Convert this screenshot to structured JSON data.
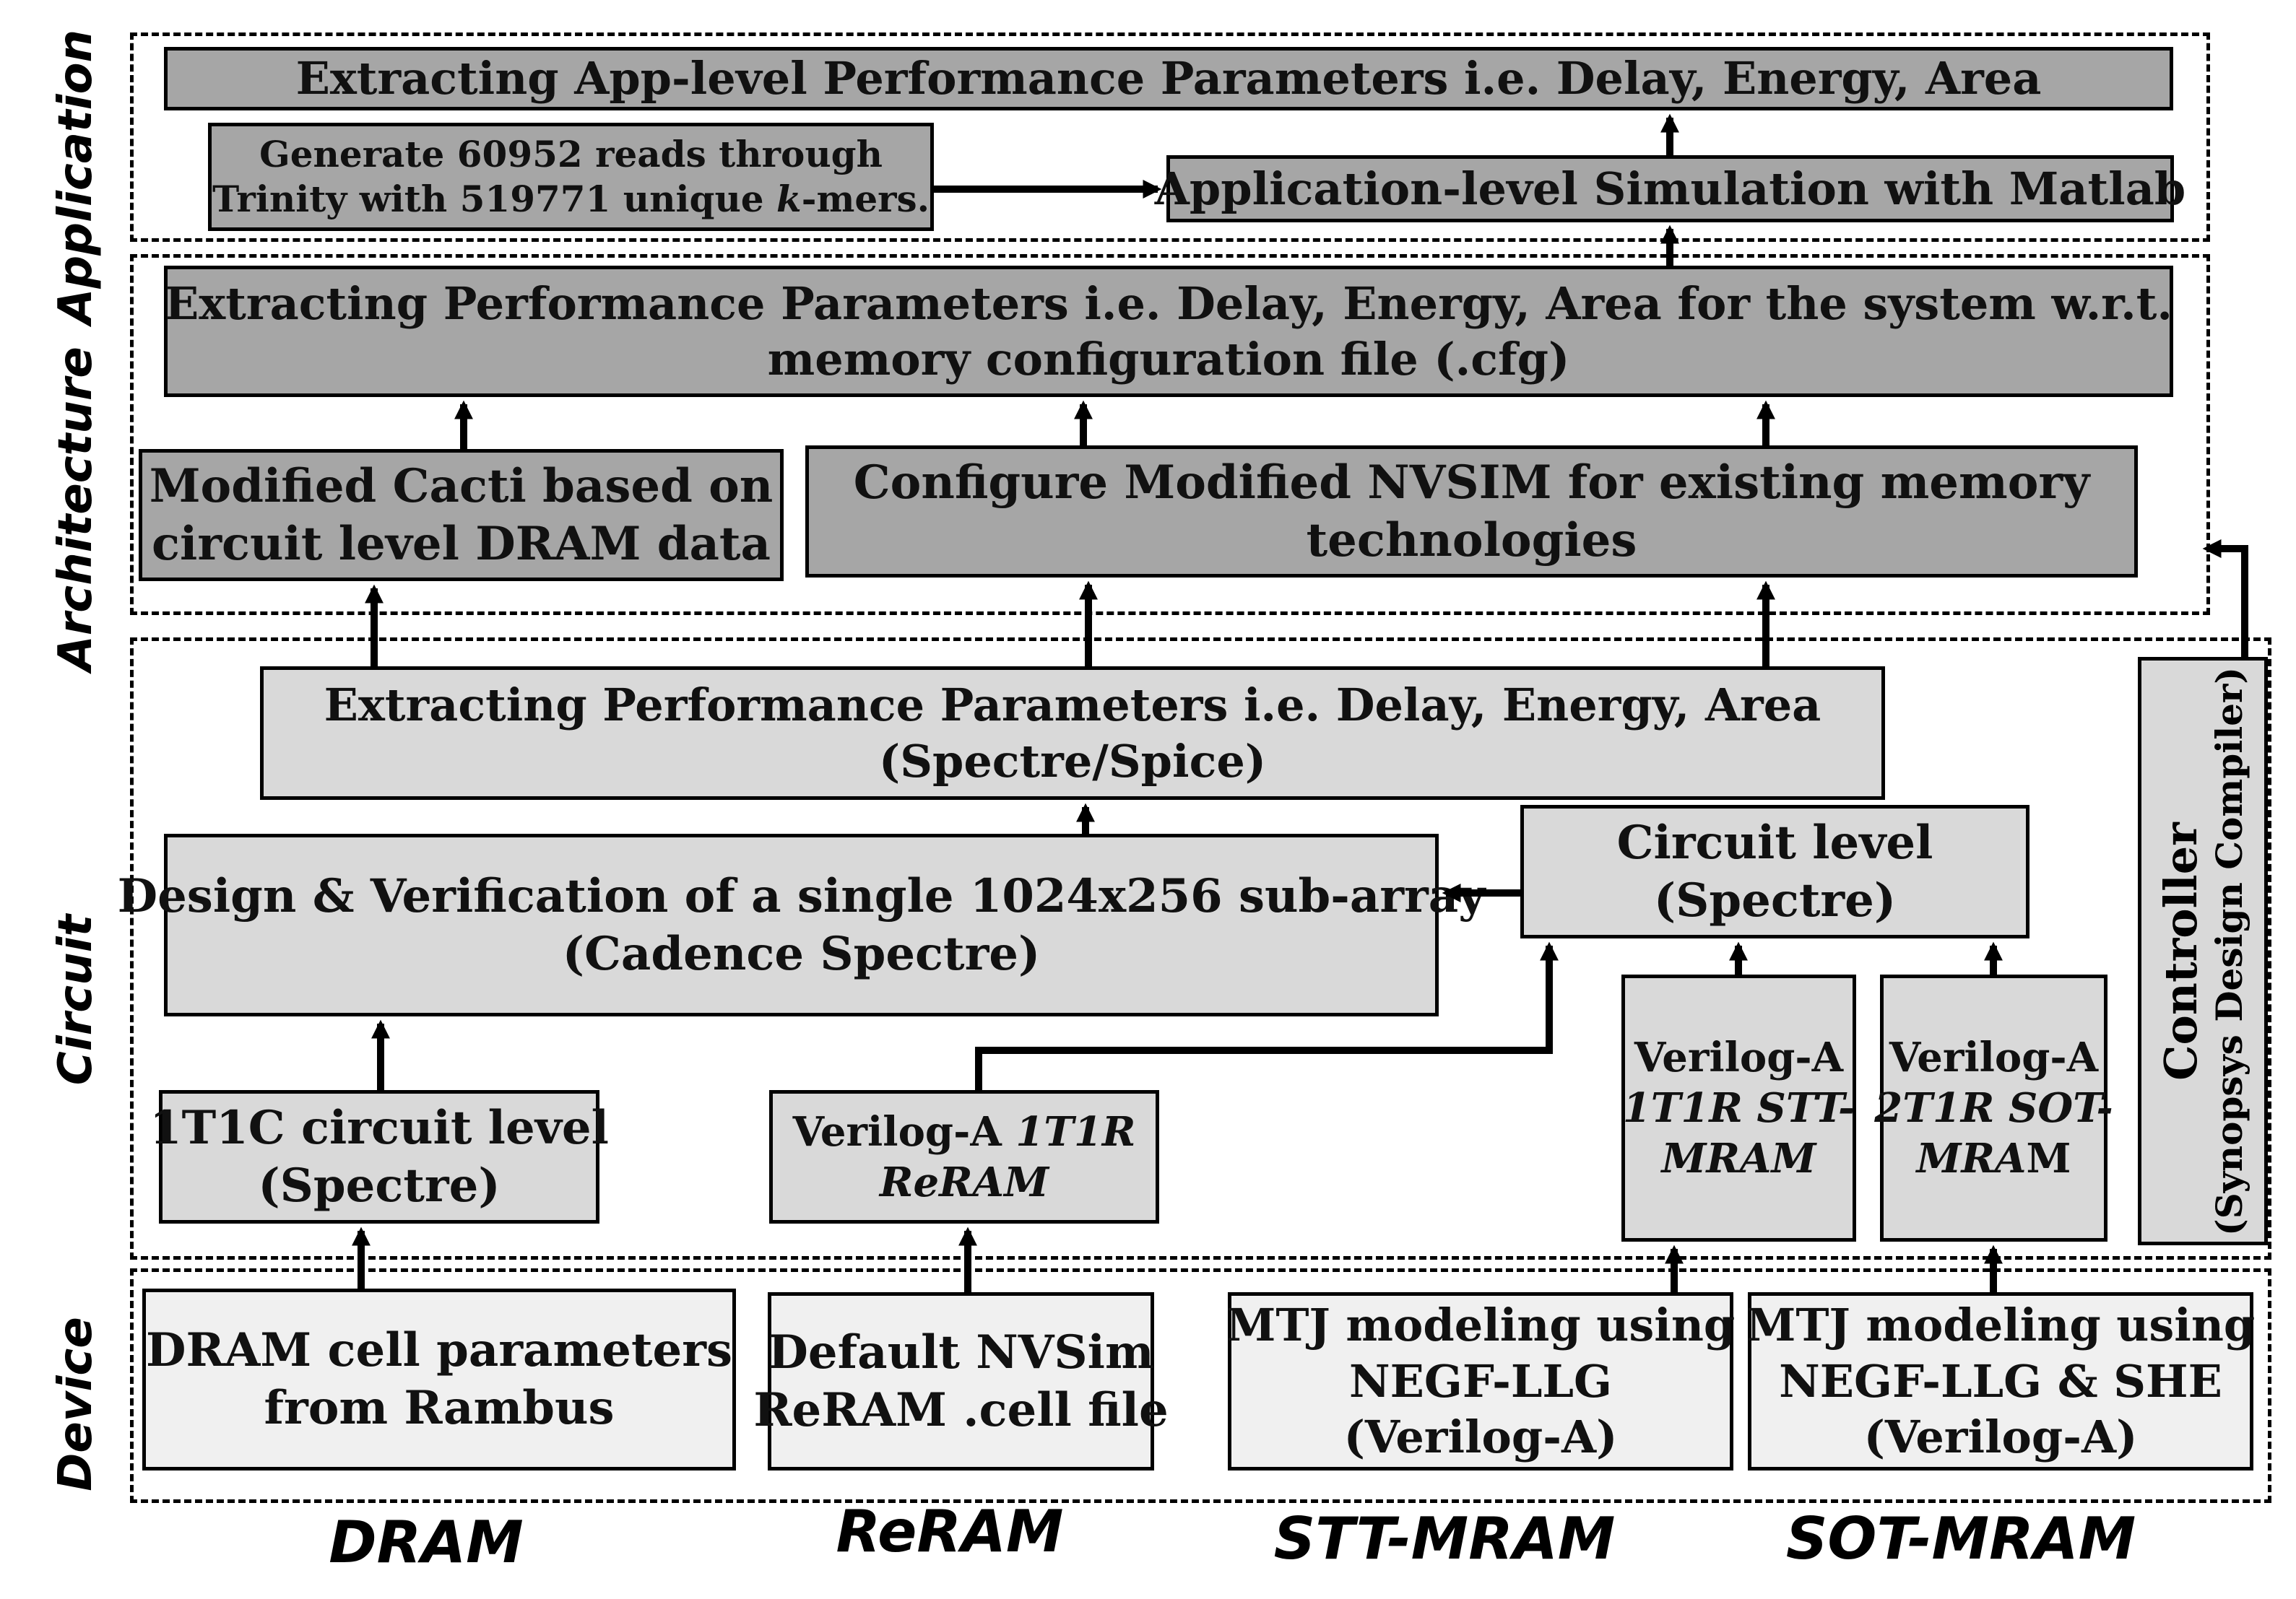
{
  "layers": {
    "application": "Application",
    "architecture": "Architecture",
    "circuit": "Circuit",
    "device": "Device"
  },
  "technologies": [
    "DRAM",
    "ReRAM",
    "STT-MRAM",
    "SOT-MRAM"
  ],
  "application": {
    "top": "Extracting App-level Performance Parameters i.e. Delay, Energy, Area",
    "trinity_line1": "Generate 60952 reads through",
    "trinity_line2_a": "Trinity with 519771 unique ",
    "trinity_line2_k": "k",
    "trinity_line2_b": "-mers.",
    "sim": "Application-level Simulation with Matlab"
  },
  "architecture": {
    "extract_line1": "Extracting Performance Parameters i.e. Delay, Energy, Area for the system w.r.t.",
    "extract_line2": "memory configuration file (.cfg)",
    "cacti_line1": "Modified Cacti based on",
    "cacti_line2": "circuit level DRAM data",
    "nvsim_line1": "Configure Modified NVSIM for existing memory",
    "nvsim_line2": "technologies"
  },
  "circuit": {
    "extract_line1": "Extracting Performance Parameters i.e. Delay, Energy, Area",
    "extract_line2": "(Spectre/Spice)",
    "design_line1": "Design & Verification of a single 1024x256 sub-array",
    "design_line2": "(Cadence Spectre)",
    "circuit_level_line1": "Circuit level",
    "circuit_level_line2": "(Spectre)",
    "dram_line1": "1T1C circuit level",
    "dram_line2": "(Spectre)",
    "reram_line1_a": "Verilog-A  ",
    "reram_line1_b": "1T1R",
    "reram_line2": "ReRAM",
    "stt_line1": "Verilog-A",
    "stt_line2": "1T1R STT-",
    "stt_line3": "MRAM",
    "sot_line1": "Verilog-A",
    "sot_line2": "2T1R SOT-",
    "sot_line3_a": "MRA",
    "sot_line3_b": "M",
    "controller_line1": "Controller",
    "controller_line2": "(Synopsys  Design Compiler)"
  },
  "device": {
    "dram_line1": "DRAM cell parameters",
    "dram_line2": "from Rambus",
    "reram_line1": "Default NVSim",
    "reram_line2": "ReRAM .cell file",
    "stt_line1": "MTJ modeling using",
    "stt_line2": "NEGF-LLG",
    "stt_line3": "(Verilog-A)",
    "sot_line1": "MTJ modeling using",
    "sot_line2": "NEGF-LLG & SHE",
    "sot_line3": "(Verilog-A)"
  },
  "colors": {
    "dark_box": "#a6a6a6",
    "mid_box": "#d9d9d9",
    "light_box": "#f0f0f0",
    "line": "#000000"
  }
}
